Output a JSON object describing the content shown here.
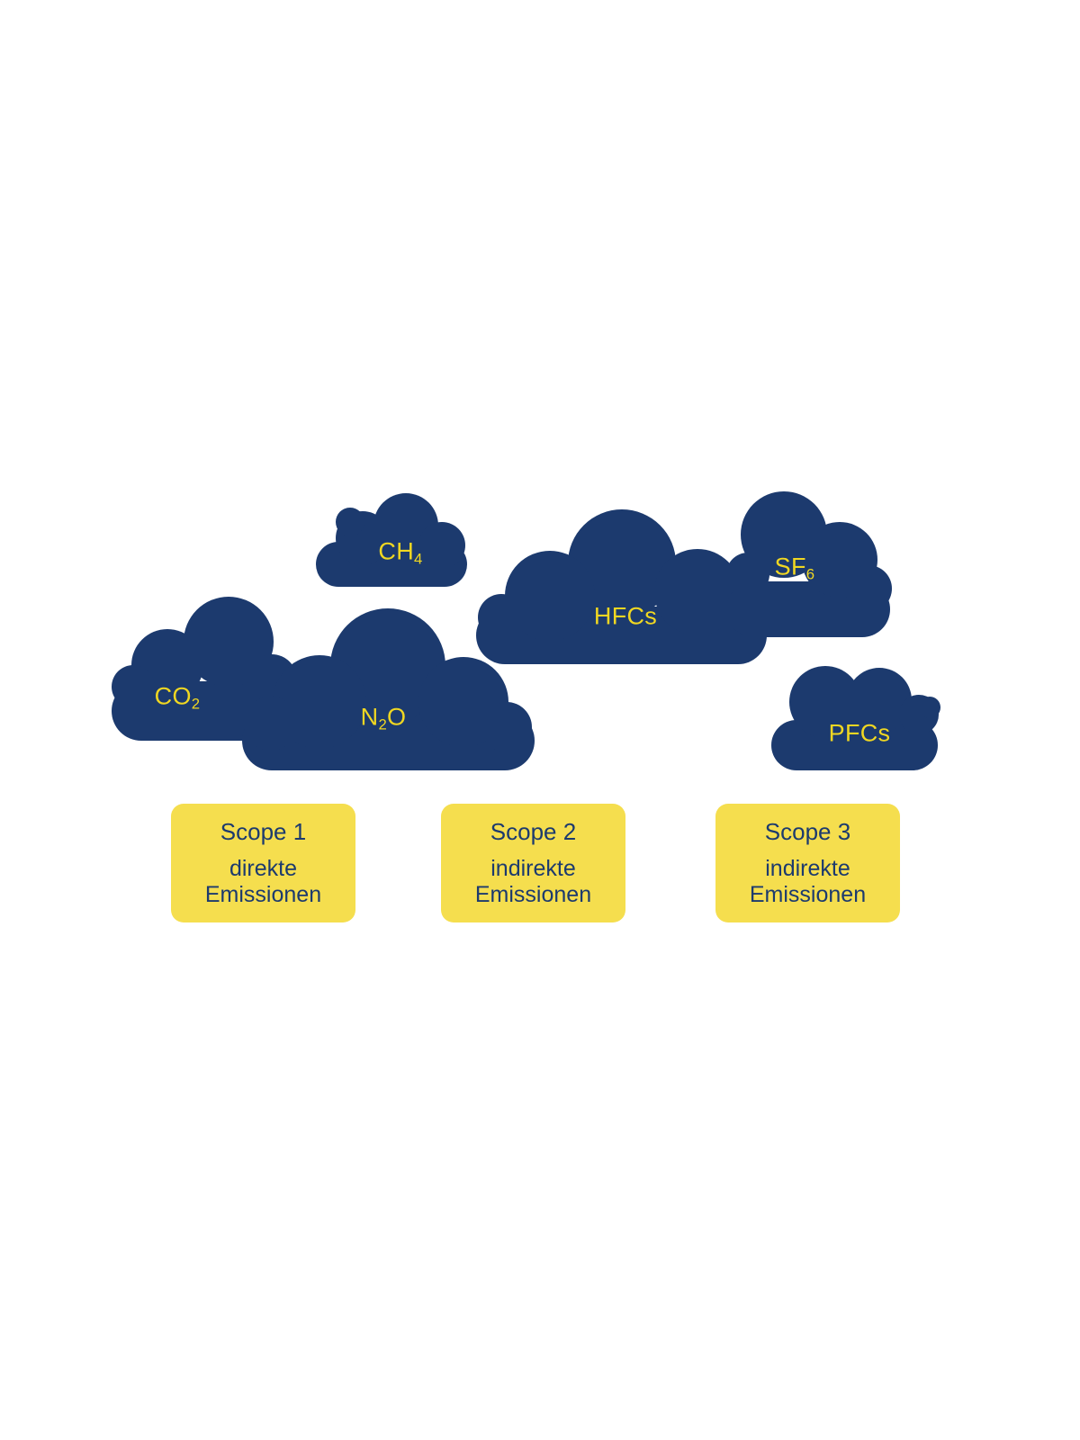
{
  "diagram": {
    "clouds": [
      {
        "id": "ch4",
        "pre": "CH",
        "sub": "4",
        "post": ""
      },
      {
        "id": "hfcs",
        "pre": "HFCs",
        "sub": "",
        "post": ""
      },
      {
        "id": "sf6",
        "pre": "SF",
        "sub": "6",
        "post": ""
      },
      {
        "id": "co2",
        "pre": "CO",
        "sub": "2",
        "post": ""
      },
      {
        "id": "n2o",
        "pre": "N",
        "sub": "2",
        "post": "O"
      },
      {
        "id": "pfcs",
        "pre": "PFCs",
        "sub": "",
        "post": ""
      }
    ],
    "scopes": [
      {
        "title": "Scope 1",
        "line1": "direkte",
        "line2": "Emissionen"
      },
      {
        "title": "Scope 2",
        "line1": "indirekte",
        "line2": "Emissionen"
      },
      {
        "title": "Scope 3",
        "line1": "indirekte",
        "line2": "Emissionen"
      }
    ],
    "colors": {
      "cloud_fill": "#1C3A6E",
      "cloud_label": "#F0D722",
      "box_fill": "#F5DE4E",
      "box_text": "#1C3A6E"
    }
  }
}
